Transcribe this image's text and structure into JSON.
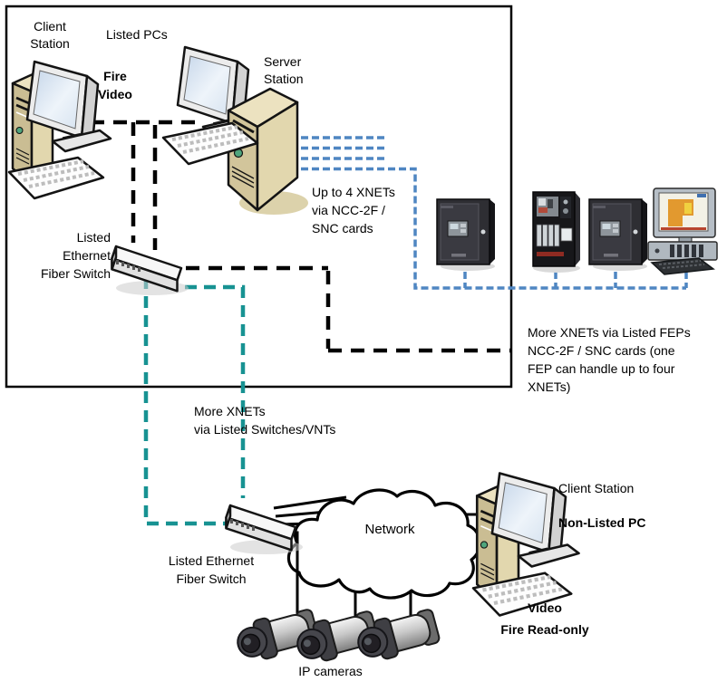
{
  "labels": {
    "client_station_top": "Client\nStation",
    "listed_pcs": "Listed PCs",
    "fire_video": "Fire\nVideo",
    "server_station": "Server\nStation",
    "up_to_4_xnets": "Up to 4 XNETs\nvia NCC-2F /\nSNC cards",
    "switch_top": "Listed\nEthernet\nFiber Switch",
    "more_xnets_feps": "More XNETs via Listed FEPs\nNCC-2F / SNC cards (one\nFEP can handle up to four\nXNETs)",
    "more_xnets_switches": "More XNETs\nvia Listed Switches/VNTs",
    "switch_bottom": "Listed Ethernet\nFiber Switch",
    "network": "Network",
    "client_station_bottom": "Client Station",
    "non_listed_pc": "Non-Listed PC",
    "video_fire_readonly": "Video\nFire Read-only",
    "ip_cameras": "IP cameras"
  },
  "colors": {
    "line_black": "#000000",
    "line_teal": "#179292",
    "line_blue": "#4f86c2",
    "pc_beige": "#d5c89f",
    "panel_dark": "#2e2e33",
    "bg": "#ffffff"
  },
  "icons": {
    "client_pc": "desktop-computer",
    "server_tower": "tower-server",
    "ethernet_switch": "network-switch-3d",
    "fire_panel": "fire-alarm-panel-closed",
    "fire_panel_open": "fire-alarm-panel-open",
    "fep_workstation": "crt-map-workstation",
    "network_cloud": "cloud",
    "ip_camera": "bullet-camera"
  }
}
